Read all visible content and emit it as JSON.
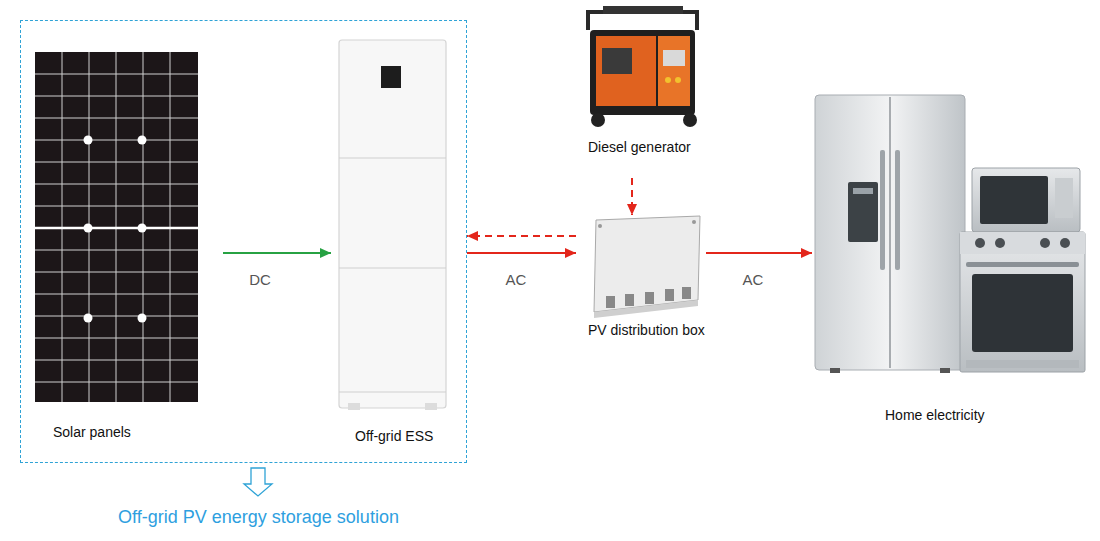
{
  "diagram": {
    "nodes": [
      {
        "text": [
          "Off-grid PV energy storage solution"
        ]
      },
      {
        "text": [
          "Solar panels"
        ],
        "in": 0
      },
      {
        "text": [
          "Off-grid ESS"
        ],
        "in": 0
      },
      {
        "text": [
          "Diesel generator"
        ]
      },
      {
        "text": [
          "PV distribution box"
        ]
      },
      {
        "text": [
          "Home electricity"
        ]
      }
    ],
    "edges": [
      {
        "from": 1,
        "to": 2,
        "label": "DC",
        "arrow": "to"
      },
      {
        "from": 2,
        "to": 4,
        "label": "AC",
        "arrow": "to"
      },
      {
        "from": 4,
        "to": 2,
        "arrow": "to"
      },
      {
        "from": 3,
        "to": 4,
        "arrow": "to"
      },
      {
        "from": 4,
        "to": 5,
        "label": "AC",
        "arrow": "to"
      }
    ]
  }
}
